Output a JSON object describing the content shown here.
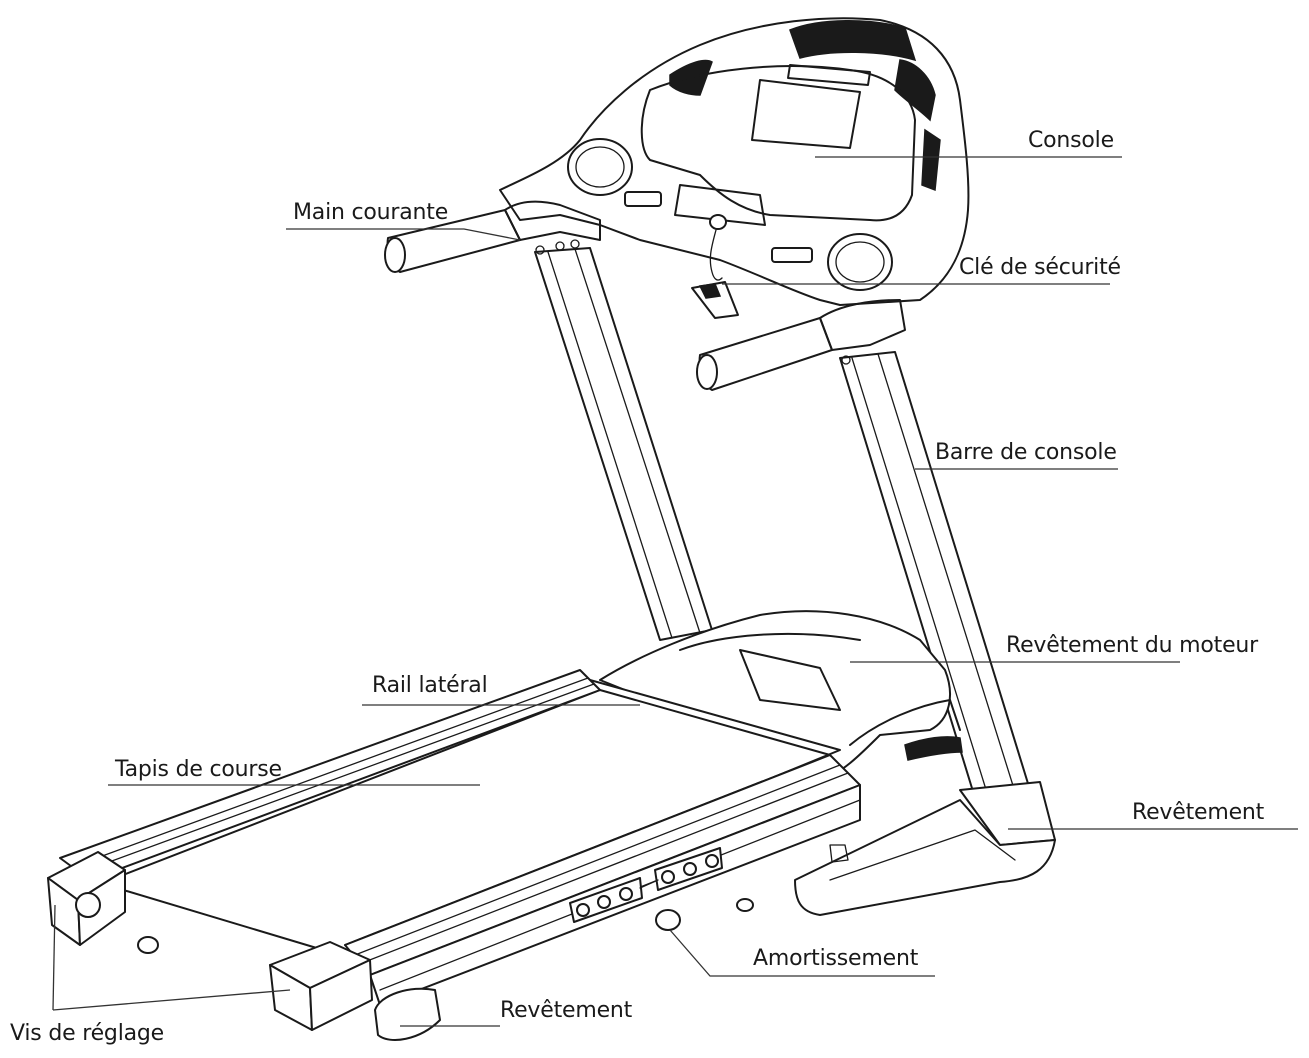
{
  "labels": {
    "console": "Console",
    "handrail": "Main courante",
    "safety_key": "Clé de sécurité",
    "console_bar": "Barre de console",
    "motor_cover": "Revêtement du moteur",
    "side_rail": "Rail latéral",
    "running_belt": "Tapis de course",
    "cover_right": "Revêtement",
    "damping": "Amortissement",
    "cover_bottom": "Revêtement",
    "adjusting_screw": "Vis de réglage"
  }
}
